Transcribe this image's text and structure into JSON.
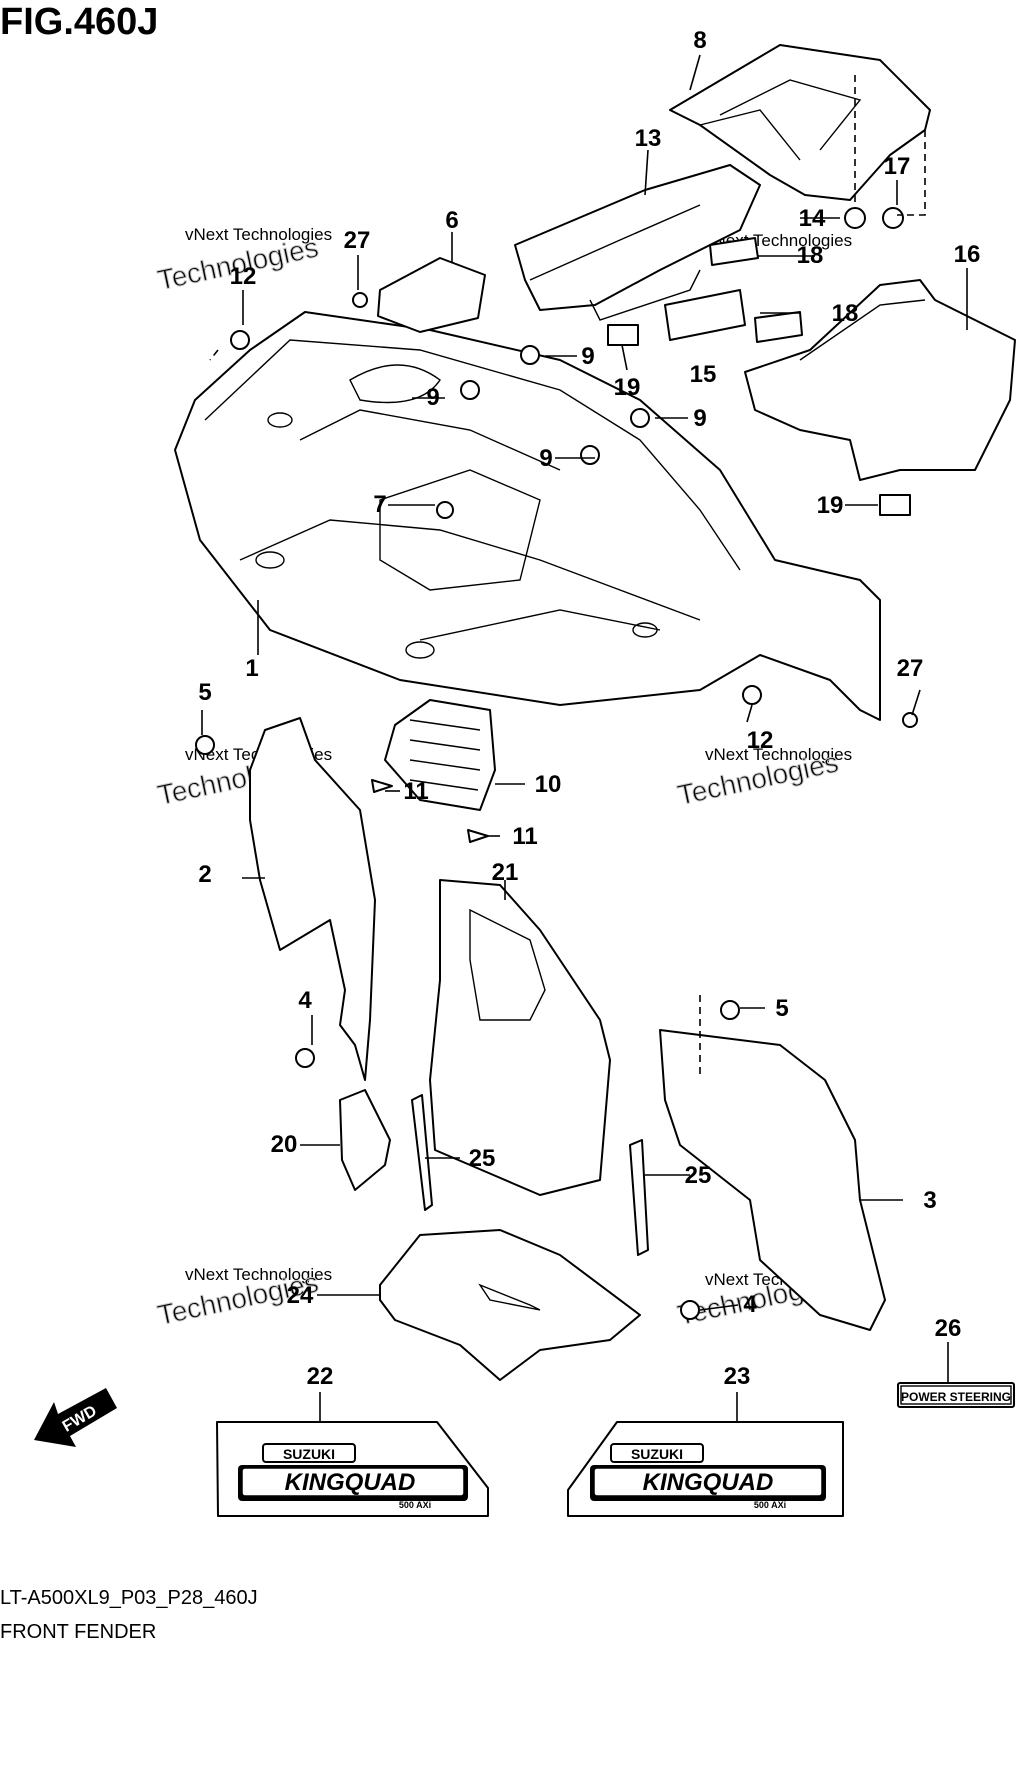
{
  "figure": {
    "title": "FIG.460J",
    "code": "LT-A500XL9_P03_P28_460J",
    "name": "FRONT FENDER"
  },
  "watermark": {
    "line1": "vNext Technologies",
    "line2": "Technologies"
  },
  "decals": {
    "fwd": "FWD",
    "brand": "SUZUKI",
    "model": "KINGQUAD",
    "sub": "500 AXi",
    "power_steering": "POWER STEERING"
  },
  "callouts": [
    "1",
    "2",
    "3",
    "4",
    "4",
    "5",
    "5",
    "6",
    "7",
    "8",
    "9",
    "9",
    "9",
    "9",
    "10",
    "11",
    "11",
    "12",
    "12",
    "13",
    "14",
    "15",
    "16",
    "17",
    "18",
    "18",
    "19",
    "19",
    "20",
    "21",
    "22",
    "23",
    "24",
    "25",
    "25",
    "26",
    "27",
    "27"
  ]
}
